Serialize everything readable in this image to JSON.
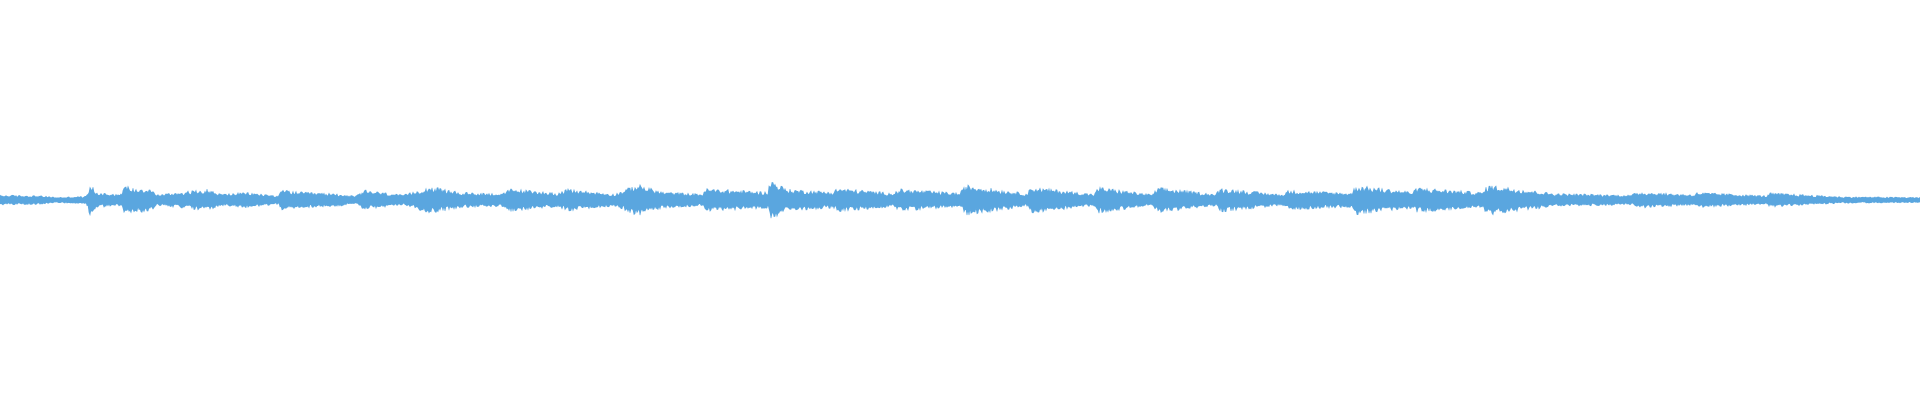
{
  "waveform": {
    "color": "#5aa6df",
    "background": "#ffffff",
    "baseline_amplitude": 0.03,
    "envelope_keypoints": [
      [
        0.0,
        0.18
      ],
      [
        0.02,
        0.16
      ],
      [
        0.03,
        0.1
      ],
      [
        0.045,
        0.14
      ],
      [
        0.047,
        0.62
      ],
      [
        0.05,
        0.28
      ],
      [
        0.063,
        0.22
      ],
      [
        0.065,
        0.55
      ],
      [
        0.07,
        0.42
      ],
      [
        0.073,
        0.45
      ],
      [
        0.078,
        0.42
      ],
      [
        0.082,
        0.2
      ],
      [
        0.108,
        0.4
      ],
      [
        0.115,
        0.22
      ],
      [
        0.128,
        0.28
      ],
      [
        0.145,
        0.16
      ],
      [
        0.147,
        0.38
      ],
      [
        0.155,
        0.3
      ],
      [
        0.165,
        0.26
      ],
      [
        0.175,
        0.24
      ],
      [
        0.185,
        0.14
      ],
      [
        0.19,
        0.36
      ],
      [
        0.21,
        0.18
      ],
      [
        0.224,
        0.5
      ],
      [
        0.24,
        0.28
      ],
      [
        0.262,
        0.24
      ],
      [
        0.266,
        0.42
      ],
      [
        0.29,
        0.26
      ],
      [
        0.296,
        0.4
      ],
      [
        0.32,
        0.22
      ],
      [
        0.332,
        0.58
      ],
      [
        0.345,
        0.3
      ],
      [
        0.366,
        0.22
      ],
      [
        0.367,
        0.42
      ],
      [
        0.4,
        0.3
      ],
      [
        0.401,
        0.75
      ],
      [
        0.41,
        0.4
      ],
      [
        0.434,
        0.3
      ],
      [
        0.436,
        0.44
      ],
      [
        0.465,
        0.26
      ],
      [
        0.469,
        0.4
      ],
      [
        0.5,
        0.26
      ],
      [
        0.503,
        0.56
      ],
      [
        0.535,
        0.24
      ],
      [
        0.537,
        0.48
      ],
      [
        0.57,
        0.22
      ],
      [
        0.572,
        0.48
      ],
      [
        0.6,
        0.2
      ],
      [
        0.603,
        0.46
      ],
      [
        0.633,
        0.22
      ],
      [
        0.636,
        0.44
      ],
      [
        0.668,
        0.2
      ],
      [
        0.671,
        0.36
      ],
      [
        0.704,
        0.26
      ],
      [
        0.706,
        0.54
      ],
      [
        0.736,
        0.3
      ],
      [
        0.738,
        0.46
      ],
      [
        0.772,
        0.28
      ],
      [
        0.775,
        0.56
      ],
      [
        0.81,
        0.24
      ],
      [
        0.85,
        0.18
      ],
      [
        0.852,
        0.3
      ],
      [
        0.882,
        0.2
      ],
      [
        0.884,
        0.28
      ],
      [
        0.92,
        0.16
      ],
      [
        0.922,
        0.26
      ],
      [
        0.96,
        0.12
      ],
      [
        1.0,
        0.1
      ]
    ]
  }
}
